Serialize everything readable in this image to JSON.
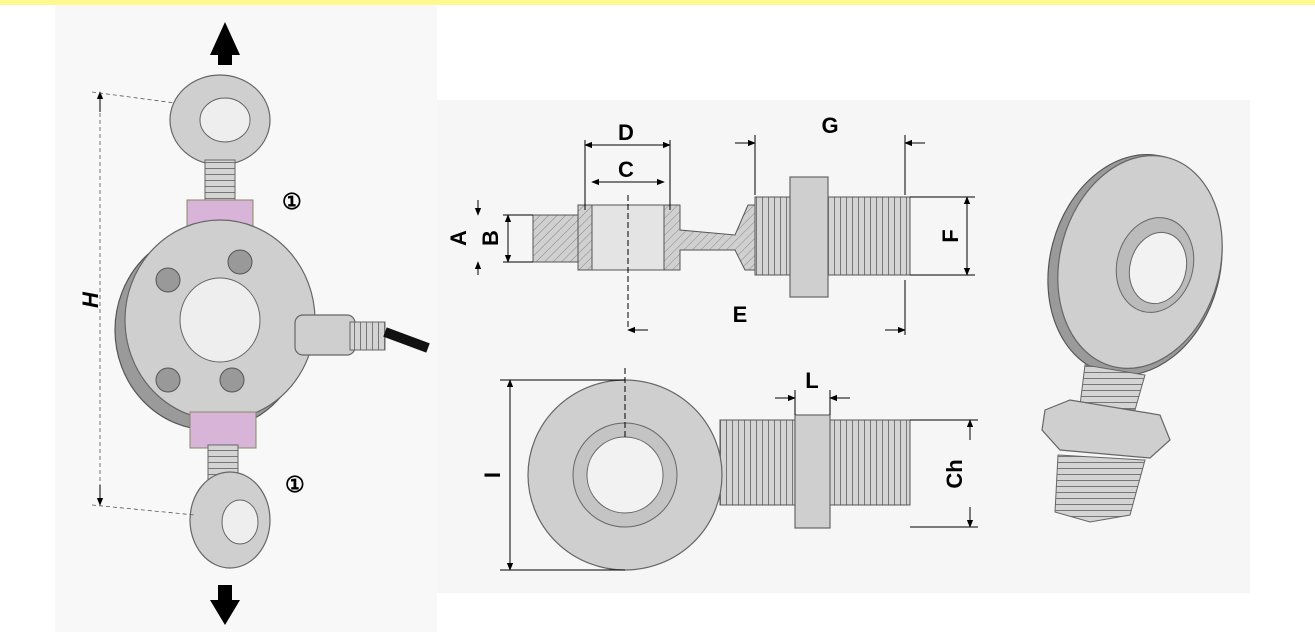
{
  "diagram": {
    "markers": {
      "callout_top": "①",
      "callout_bottom": "①"
    },
    "dimensions": {
      "H": "H",
      "D": "D",
      "C": "C",
      "A": "A",
      "B": "B",
      "E": "E",
      "G": "G",
      "F": "F",
      "L": "L",
      "I": "I",
      "Ch": "Ch"
    },
    "colors": {
      "adapter": "#d8b4d8",
      "metal": "#cfcfcf",
      "band": "#fdf98f"
    }
  }
}
